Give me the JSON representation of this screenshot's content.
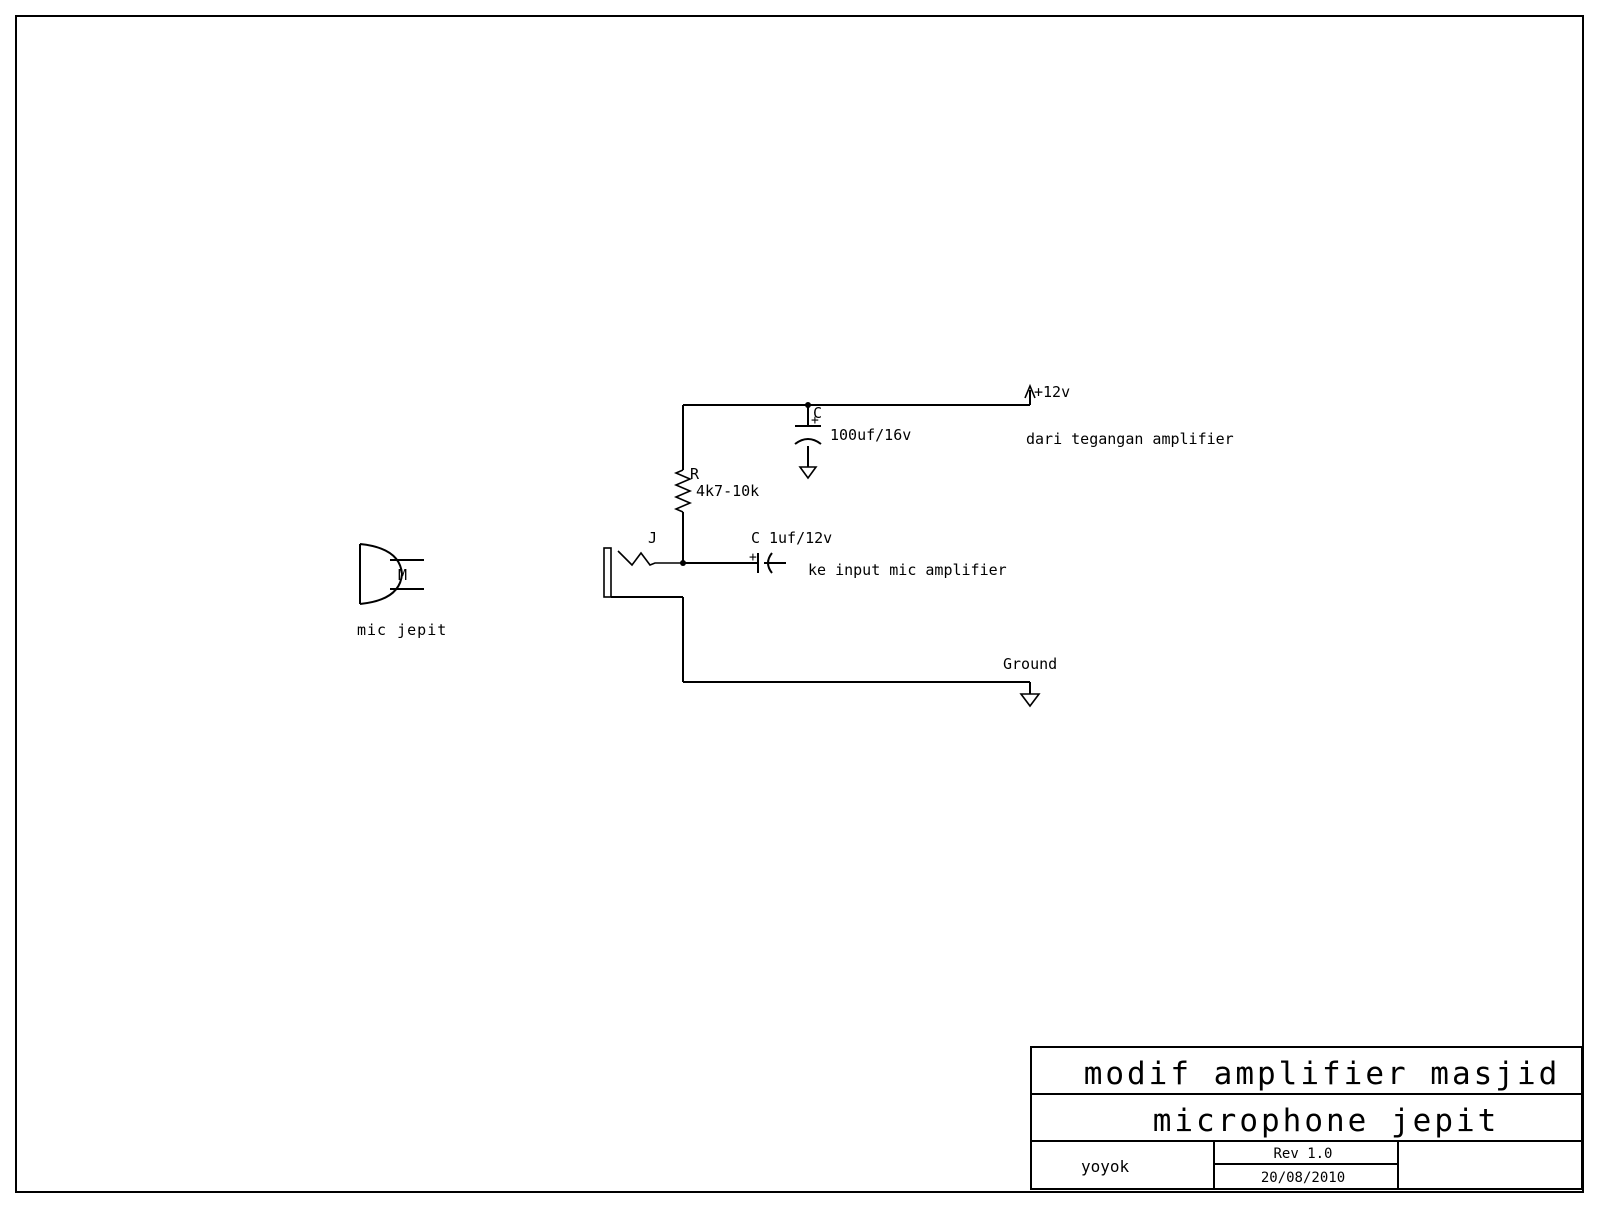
{
  "components": {
    "mic": {
      "ref": "M",
      "label": "mic jepit"
    },
    "jack": {
      "ref": "J"
    },
    "resistor": {
      "ref": "R",
      "value": "4k7-10k"
    },
    "cap_supply": {
      "ref": "C",
      "value": "100uf/16v",
      "polarity": "+"
    },
    "cap_output": {
      "ref": "C",
      "value": "1uf/12v",
      "polarity": "+"
    }
  },
  "nets": {
    "power": {
      "label": "+12v",
      "note": "dari tegangan amplifier"
    },
    "output": {
      "note": "ke input mic amplifier"
    },
    "ground": {
      "label": "Ground"
    }
  },
  "title_block": {
    "project": "modif amplifier masjid",
    "title": "microphone jepit",
    "author": "yoyok",
    "revision": "Rev 1.0",
    "date": "20/08/2010"
  }
}
